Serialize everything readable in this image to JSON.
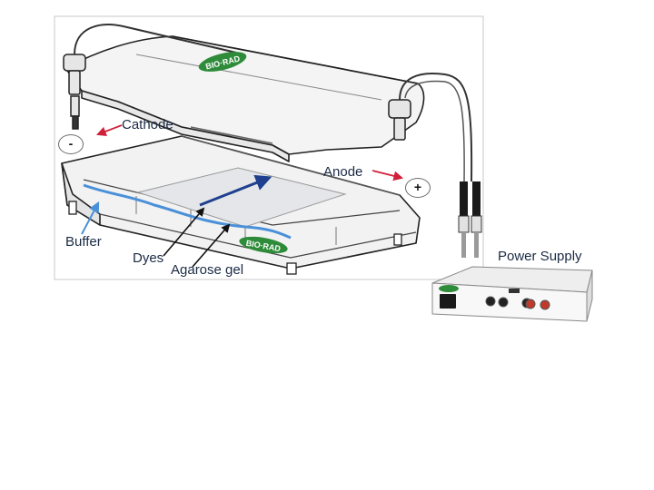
{
  "labels": {
    "cathode": "Cathode",
    "anode": "Anode",
    "buffer": "Buffer",
    "dyes": "Dyes",
    "agarose_gel": "Agarose gel",
    "power_supply": "Power Supply",
    "minus_sign": "-",
    "plus_sign": "+"
  },
  "brand": {
    "logo_text": "BIO·RAD",
    "color": "#2e8b3a"
  },
  "colors": {
    "pointer_red": "#d0203a",
    "buffer_blue": "#4a90d9",
    "dye_navy": "#1f3f8f",
    "gel_gray": "#e4e6ea",
    "outline": "#222222",
    "text": "#1b2a44"
  }
}
